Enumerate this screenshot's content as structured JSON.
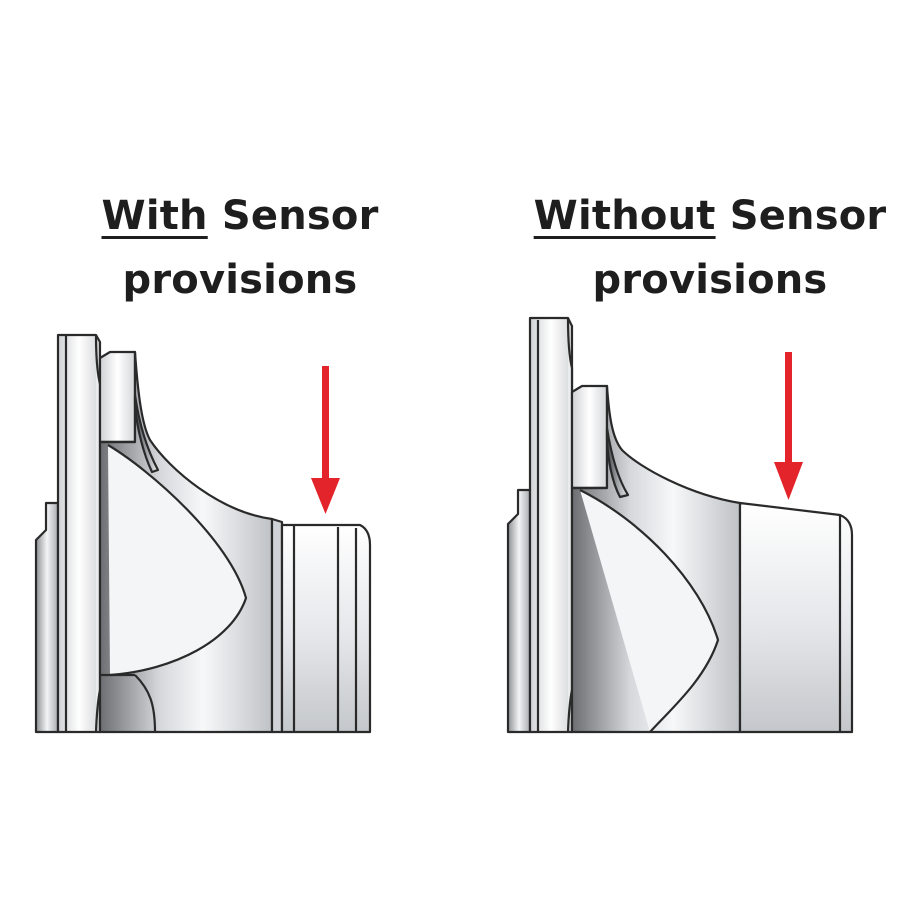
{
  "panels": [
    {
      "emphasis": "With",
      "rest": " Sensor",
      "line2": "provisions",
      "profile": "stepped"
    },
    {
      "emphasis": "Without",
      "rest": " Sensor",
      "line2": "provisions",
      "profile": "smooth"
    }
  ],
  "colors": {
    "arrow": "#e3242b",
    "outline": "#2a2a2a",
    "text": "#1e1e1e"
  }
}
